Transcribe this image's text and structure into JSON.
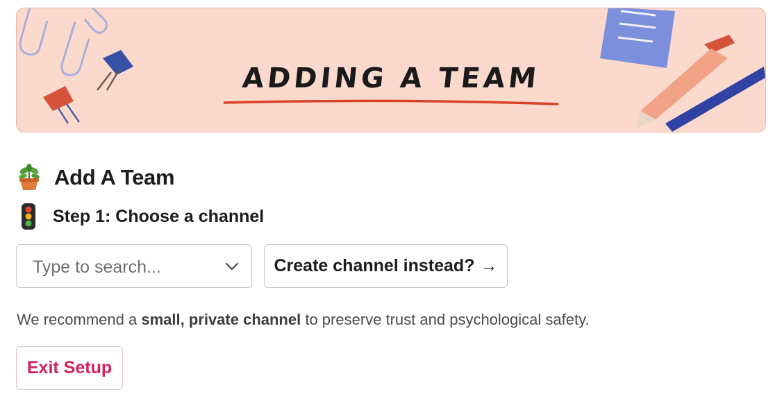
{
  "banner": {
    "title": "ADDING A TEAM"
  },
  "heading": {
    "text": "Add A Team",
    "icon": "potted-plant-icon"
  },
  "step": {
    "text": "Step 1: Choose a channel",
    "icon": "traffic-light-icon"
  },
  "channel_select": {
    "placeholder": "Type to search..."
  },
  "create_channel_button": {
    "label": "Create channel instead?",
    "arrow": "→"
  },
  "recommendation": {
    "prefix": "We recommend a ",
    "emphasis": "small, private channel",
    "suffix": " to preserve trust and psychological safety."
  },
  "exit_button": {
    "label": "Exit Setup"
  },
  "colors": {
    "banner_bg": "#fcd9cd",
    "exit_accent": "#d1235c",
    "underline": "#d9412a"
  }
}
